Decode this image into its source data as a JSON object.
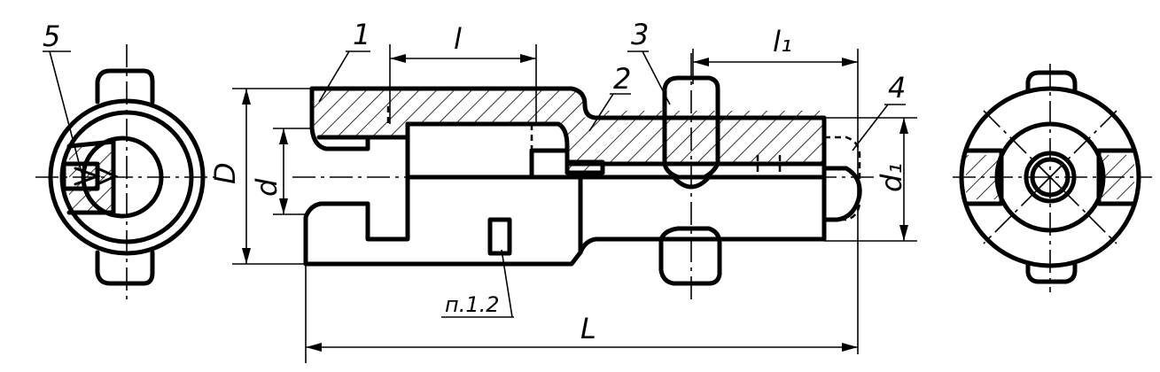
{
  "labels": {
    "part1": "1",
    "part2": "2",
    "part3": "3",
    "part4": "4",
    "part5": "5",
    "dim_l": "l",
    "dim_l1": "l₁",
    "dim_D": "D",
    "dim_d": "d",
    "dim_d1": "d₁",
    "dim_L": "L",
    "note_ref": "п.1.2"
  }
}
